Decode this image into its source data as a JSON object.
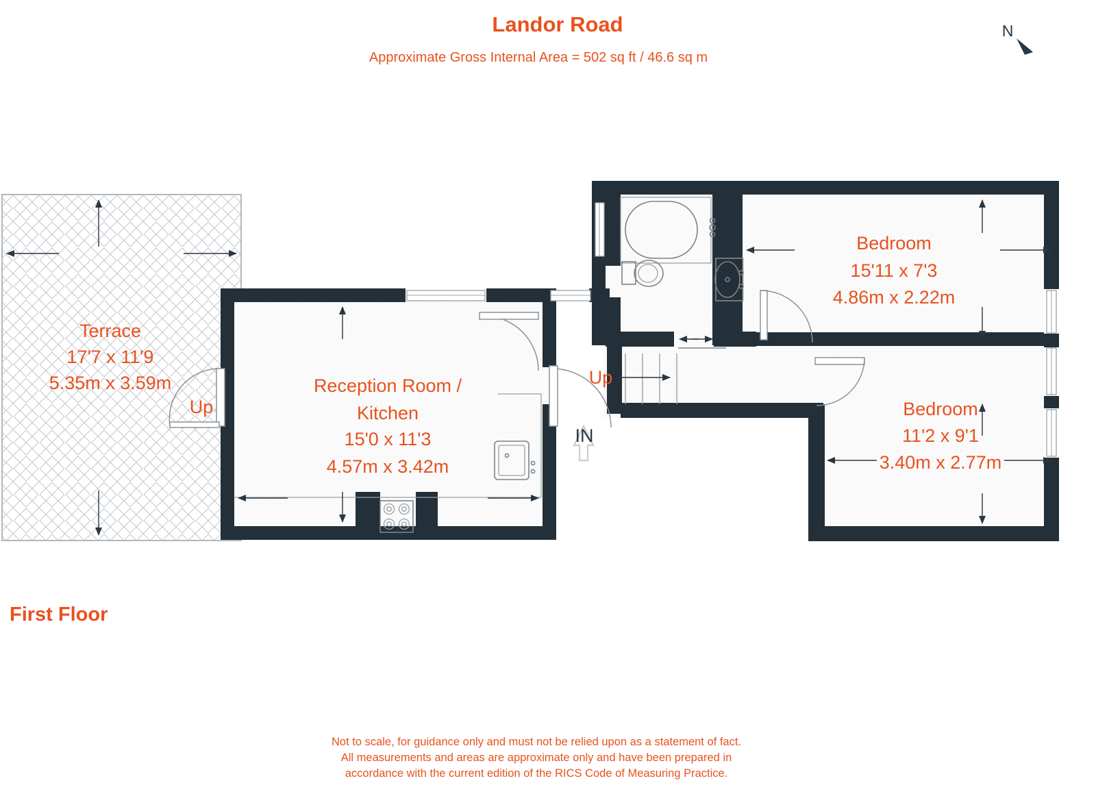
{
  "header": {
    "title": "Landor Road",
    "subtitle": "Approximate Gross Internal Area = 502 sq ft / 46.6 sq m"
  },
  "compass": {
    "label": "N",
    "icon": "north-arrow-icon"
  },
  "floor_label": "First Floor",
  "rooms": [
    {
      "key": "terrace",
      "name": "Terrace",
      "dim_imperial": "17'7 x 11'9",
      "dim_metric": "5.35m x 3.59m"
    },
    {
      "key": "reception_kitchen",
      "name_line1": "Reception Room /",
      "name_line2": "Kitchen",
      "dim_imperial": "15'0 x 11'3",
      "dim_metric": "4.57m x 3.42m"
    },
    {
      "key": "bedroom_1",
      "name": "Bedroom",
      "dim_imperial": "15'11 x 7'3",
      "dim_metric": "4.86m x 2.22m"
    },
    {
      "key": "bedroom_2",
      "name": "Bedroom",
      "dim_imperial": "11'2 x 9'1",
      "dim_metric": "3.40m x 2.77m"
    }
  ],
  "markers": {
    "up_terrace": "Up",
    "up_stairs": "Up",
    "entrance": "IN"
  },
  "fixtures": [
    "bath-icon",
    "toilet-icon",
    "basin-icon",
    "sink-icon",
    "hob-icon",
    "staircase-icon"
  ],
  "disclaimer": {
    "line1": "Not to scale, for guidance only and must not be relied upon as a statement of fact.",
    "line2": "All measurements and areas are approximate only and have been prepared in",
    "line3": "accordance with the current edition of the RICS Code of Measuring Practice."
  },
  "colors": {
    "accent": "#e8521f",
    "wall": "#243039",
    "floor": "#fafafa",
    "fixture_stroke": "#7d8288",
    "hatch": "#c8ccd2"
  }
}
